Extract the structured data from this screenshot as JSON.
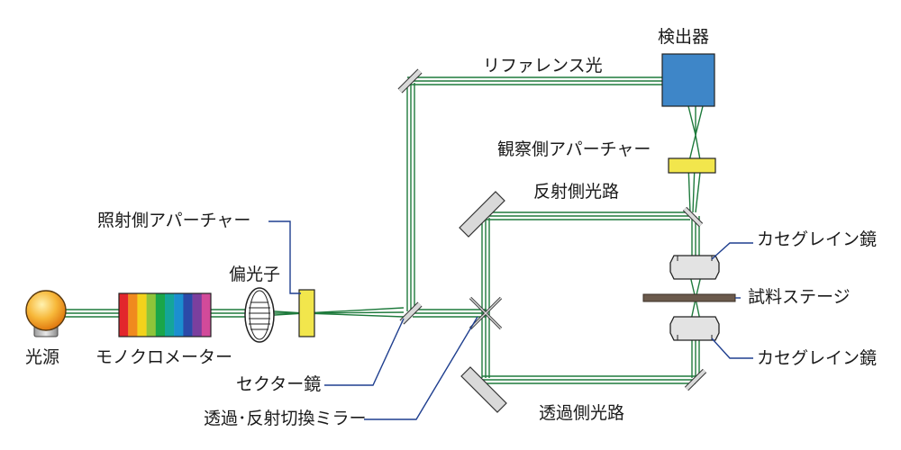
{
  "labels": {
    "light_source": "光源",
    "monochromator": "モノクロメーター",
    "polarizer": "偏光子",
    "illumination_aperture": "照射側アパーチャー",
    "sector_mirror": "セクター鏡",
    "switching_mirror": "透過･反射切換ミラー",
    "reference_light": "リファレンス光",
    "detector": "検出器",
    "observation_aperture": "観察側アパーチャー",
    "reflection_path": "反射側光路",
    "cassegrain_upper": "カセグレイン鏡",
    "sample_stage": "試料ステージ",
    "cassegrain_lower": "カセグレイン鏡",
    "transmission_path": "透過側光路"
  },
  "colors": {
    "beam": "#1e7a3c",
    "leader": "#1f3f8f",
    "detector": "#3e86c8",
    "aperture": "#f2e64c",
    "stage": "#6b5a4c",
    "mirror": "#d9d9d9",
    "cassegrain": "#e3e3e3",
    "rainbow": [
      "#e2262c",
      "#f08a1e",
      "#f3d21c",
      "#8fc43a",
      "#1aa64a",
      "#14a59a",
      "#1b8fd0",
      "#2b4aa8",
      "#7a3f9e",
      "#d24a9a"
    ]
  }
}
